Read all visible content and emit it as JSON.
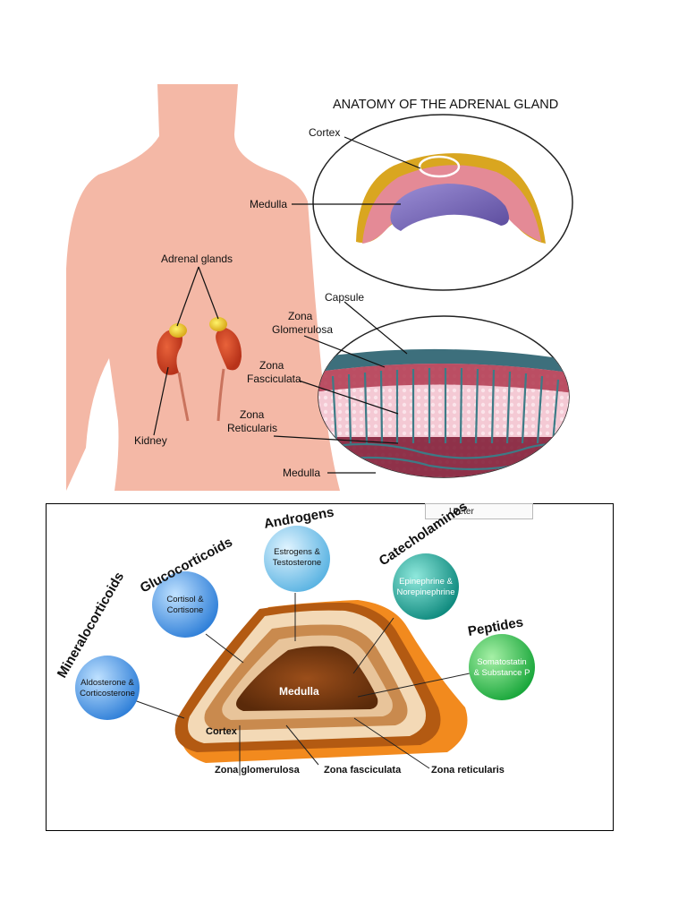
{
  "top_figure": {
    "title": "ANATOMY OF THE ADRENAL GLAND",
    "labels": {
      "cortex": "Cortex",
      "medulla_top": "Medulla",
      "adrenal_glands": "Adrenal glands",
      "capsule": "Capsule",
      "zona_glomerulosa_l1": "Zona",
      "zona_glomerulosa_l2": "Glomerulosa",
      "zona_fasciculata_l1": "Zona",
      "zona_fasciculata_l2": "Fasciculata",
      "zona_reticularis_l1": "Zona",
      "zona_reticularis_l2": "Reticularis",
      "kidney": "Kidney",
      "medulla_bottom": "Medulla"
    }
  },
  "bottom_figure": {
    "ureter_label": "Ureter",
    "hormones": [
      {
        "class": "Mineralocorticoids",
        "line1": "Aldosterone &",
        "line2": "Corticosterone",
        "color": "#4a90e2"
      },
      {
        "class": "Glucocorticoids",
        "line1": "Cortisol &",
        "line2": "Cortisone",
        "color": "#4a90e2"
      },
      {
        "class": "Androgens",
        "line1": "Estrogens &",
        "line2": "Testosterone",
        "color": "#7cc4ea"
      },
      {
        "class": "Catecholamines",
        "line1": "Epinephrine &",
        "line2": "Norepinephrine",
        "color": "#1aa89a"
      },
      {
        "class": "Peptides",
        "line1": "Somatostatin",
        "line2": "& Substance P",
        "color": "#2db84a"
      }
    ],
    "labels": {
      "medulla": "Medulla",
      "cortex": "Cortex",
      "zona_glomerulosa": "Zona glomerulosa",
      "zona_fasciculata": "Zona fasciculata",
      "zona_reticularis": "Zona reticularis"
    }
  }
}
